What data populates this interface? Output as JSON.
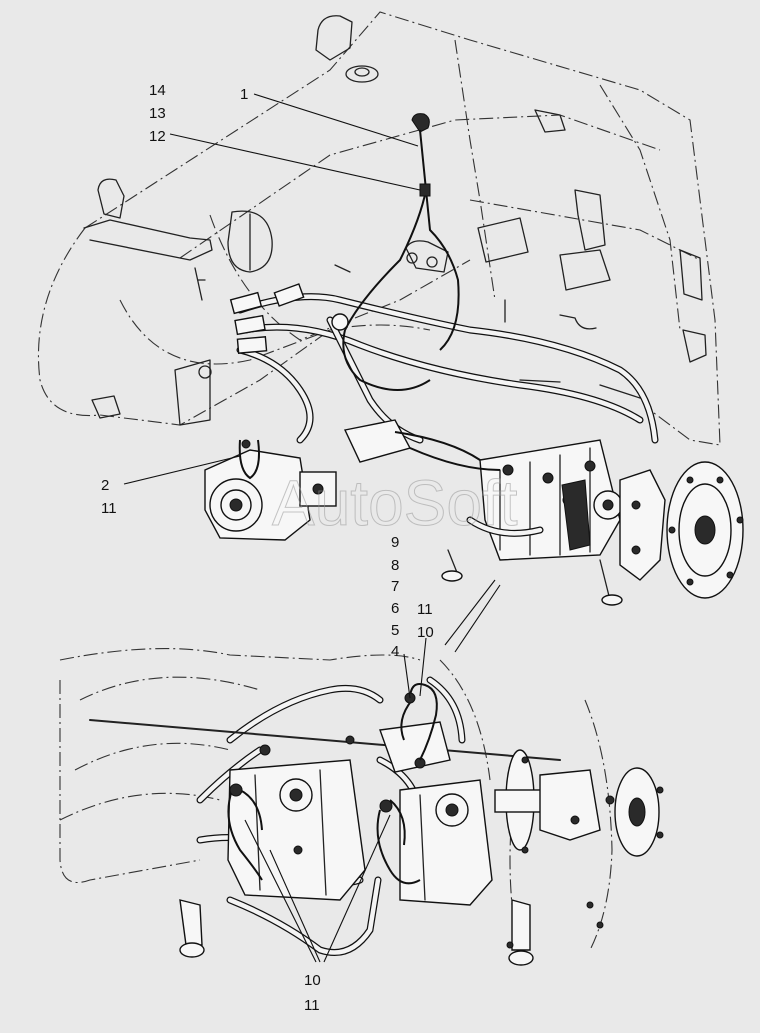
{
  "callouts": {
    "c14": "14",
    "c13": "13",
    "c12": "12",
    "c1": "1",
    "c2": "2",
    "c11_top": "11",
    "c9": "9",
    "c8": "8",
    "c7": "7",
    "c6": "6",
    "c5": "5",
    "c4": "4",
    "c11_mid": "11",
    "c10_mid": "10",
    "c10_bottom": "10",
    "c11_bottom": "11"
  },
  "watermark": {
    "text": "AutoSoft"
  }
}
